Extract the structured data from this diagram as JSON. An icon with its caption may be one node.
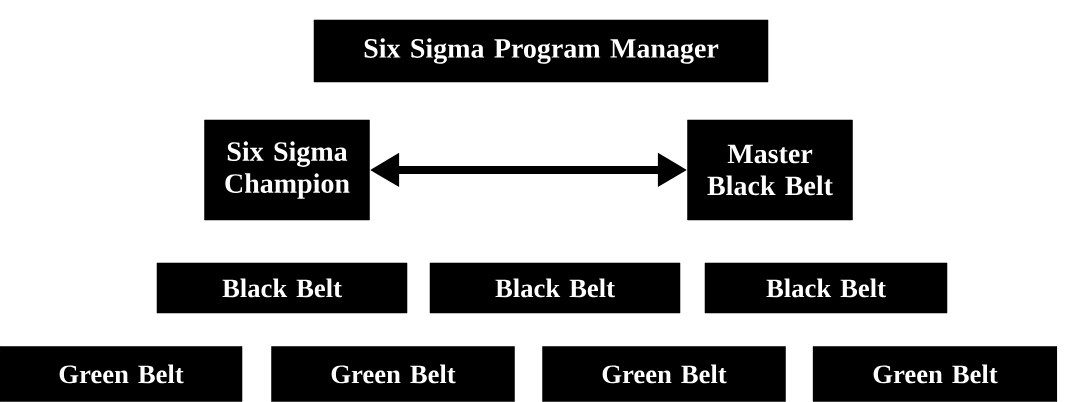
{
  "diagram": {
    "nodes": [
      {
        "text": [
          "Six Sigma Program Manager"
        ]
      },
      {
        "text": [
          "Six Sigma Champion"
        ]
      },
      {
        "text": [
          "Master Black Belt"
        ]
      },
      {
        "text": [
          "Black Belt"
        ]
      },
      {
        "text": [
          "Black Belt"
        ]
      },
      {
        "text": [
          "Black Belt"
        ]
      },
      {
        "text": [
          "Green Belt"
        ]
      },
      {
        "text": [
          "Green Belt"
        ]
      },
      {
        "text": [
          "Green Belt"
        ]
      },
      {
        "text": [
          "Green Belt"
        ]
      }
    ],
    "edges": [
      {
        "from": 1,
        "to": 2,
        "arrow": "both"
      }
    ]
  }
}
